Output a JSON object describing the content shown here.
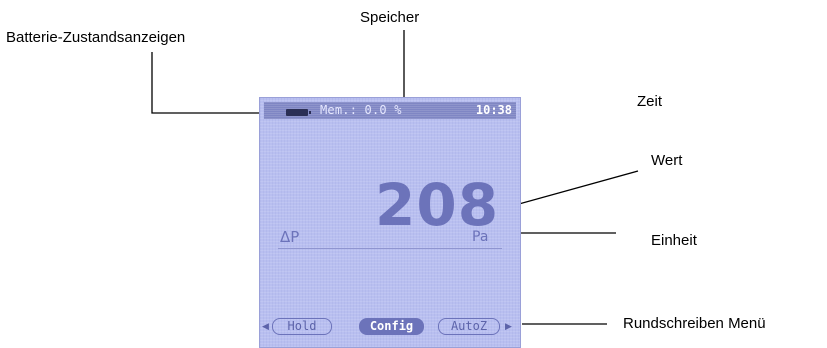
{
  "annotations": {
    "memory": "Speicher",
    "battery": "Batterie-Zustandsanzeigen",
    "time": "Zeit",
    "value": "Wert",
    "unit": "Einheit",
    "menu": "Rundschreiben Menü"
  },
  "device": {
    "status_bar": {
      "memory_text": "Mem.:  0.0 %",
      "clock": "10:38"
    },
    "reading": "208",
    "parameter": "ΔP",
    "unit": "Pa",
    "menu": {
      "left_arrow": "◀",
      "items": [
        "Hold",
        "Config",
        "AutoZ"
      ],
      "selected": "Config",
      "right_arrow": "▶"
    }
  },
  "colors": {
    "screen_bg": "#b9bff0",
    "display_ink": "#6c73ba",
    "status_bar_bg": "#7f86c4"
  }
}
